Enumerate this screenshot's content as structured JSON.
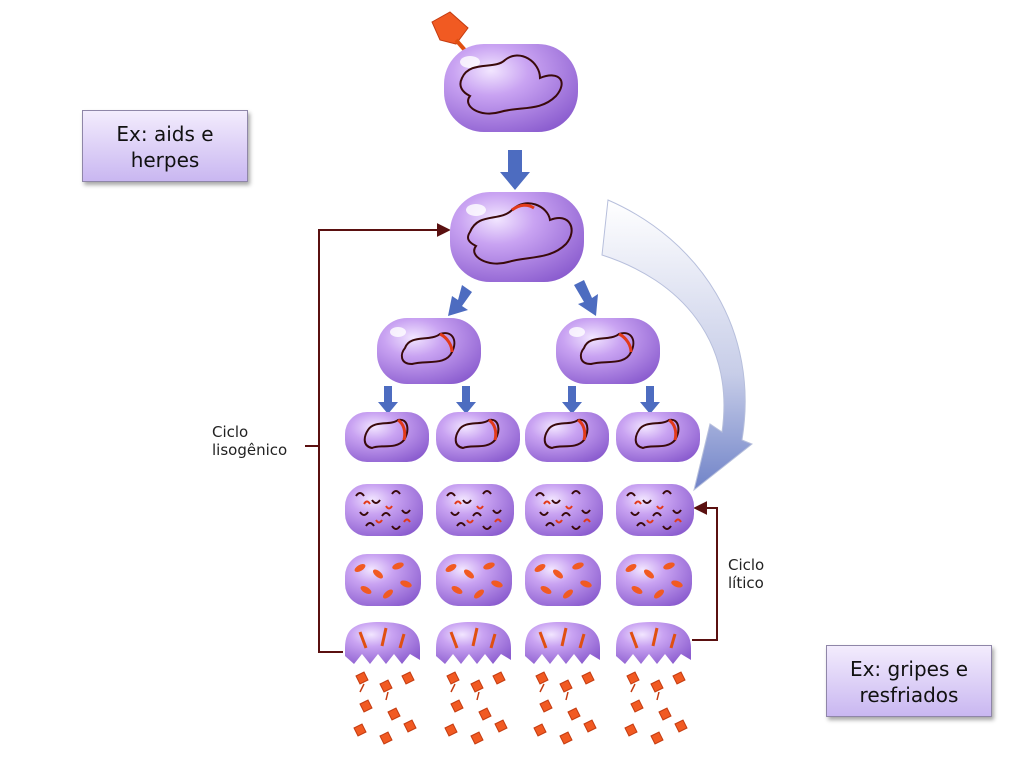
{
  "notes": {
    "aids": {
      "line1": "Ex: aids e",
      "line2": "herpes"
    },
    "gripes": {
      "line1": "Ex: gripes e",
      "line2": "resfriados"
    }
  },
  "labels": {
    "lysogenic": {
      "line1": "Ciclo",
      "line2": "lisogênico"
    },
    "lytic": {
      "line1": "Ciclo",
      "line2": "lítico"
    }
  },
  "colors": {
    "cell": "#b98ee8",
    "cell_dark": "#8b5dcf",
    "dna": "#3a0a0a",
    "viral_dna": "#e23a1a",
    "virus": "#f15a22",
    "arrow": "#4d6cc0",
    "line": "#5a1010"
  },
  "icons": [
    "bacteriophage-icon",
    "bacterial-cell-icon",
    "dna-loop-icon",
    "arrow-icon"
  ]
}
